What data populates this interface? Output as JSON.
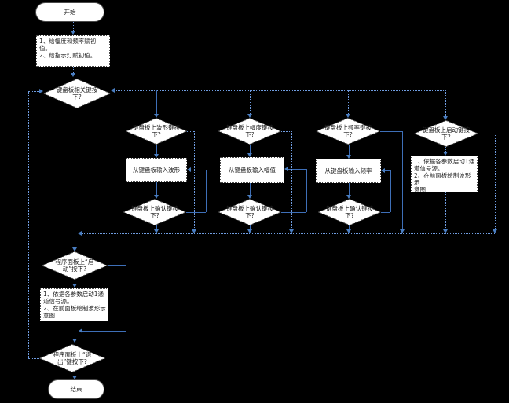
{
  "diagram_type": "flowchart",
  "colors": {
    "background": "#000000",
    "line_solid": "#3e6fb8",
    "line_dotted": "#6f9ce0",
    "shape_fill": "#ffffff",
    "shape_border": "#4a4a4a",
    "text": "#1f1f1f"
  },
  "nodes": {
    "start": {
      "label": "开始"
    },
    "init": {
      "label": "1、给幅度和频率赋初\n值。\n2、给指示灯赋初值。"
    },
    "key_check": {
      "label": "键盘板相关键按\n下?"
    },
    "waveform_key": {
      "label": "键盘板上波形键按\n下?"
    },
    "input_waveform": {
      "label": "从键盘板输入波形"
    },
    "confirm1": {
      "label": "键盘板上确认键按\n下?"
    },
    "amplitude_key": {
      "label": "键盘板上幅度键按\n下?"
    },
    "input_amplitude": {
      "label": "从键盘板输入幅值"
    },
    "confirm2": {
      "label": "键盘板上确认键按\n下?"
    },
    "frequency_key": {
      "label": "键盘板上频率键按\n下?"
    },
    "input_frequency": {
      "label": "从键盘板输入频率"
    },
    "confirm3": {
      "label": "键盘板上确认键按\n下?"
    },
    "start_key": {
      "label": "键盘板上启动键按\n下?"
    },
    "start_action": {
      "label": "1、依据各参数启动1通\n道信号源。\n2、在前面板绘制波形示\n意图"
    },
    "panel_start": {
      "label": "程序面板上“启\n动”按下?"
    },
    "panel_action": {
      "label": "1、依据各参数启动1通\n道信号源。\n2、在前面板绘制波形示\n意图"
    },
    "panel_exit": {
      "label": "程序面板上“退\n出”键按下?"
    },
    "end": {
      "label": "结束"
    }
  }
}
